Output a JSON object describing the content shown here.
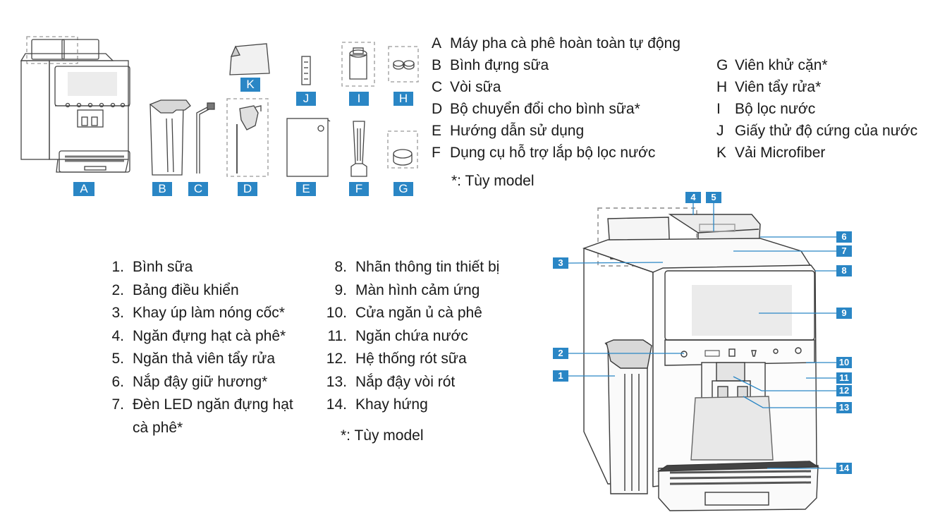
{
  "accessories": {
    "tags": {
      "A": "A",
      "B": "B",
      "C": "C",
      "D": "D",
      "E": "E",
      "F": "F",
      "G": "G",
      "H": "H",
      "I": "I",
      "J": "J",
      "K": "K"
    },
    "legend_left": [
      {
        "key": "A",
        "text": "Máy pha cà phê hoàn toàn tự động"
      },
      {
        "key": "B",
        "text": "Bình đựng sữa"
      },
      {
        "key": "C",
        "text": "Vòi sữa"
      },
      {
        "key": "D",
        "text": "Bộ chuyển đổi cho bình sữa*"
      },
      {
        "key": "E",
        "text": "Hướng dẫn sử dụng"
      },
      {
        "key": "F",
        "text": "Dụng cụ hỗ trợ lắp bộ lọc nước"
      }
    ],
    "legend_right": [
      {
        "key": "G",
        "text": "Viên khử cặn*"
      },
      {
        "key": "H",
        "text": "Viên tẩy rửa*"
      },
      {
        "key": "I",
        "text": "Bộ lọc nước"
      },
      {
        "key": "J",
        "text": "Giấy thử độ cứng của nước"
      },
      {
        "key": "K",
        "text": "Vải Microfiber"
      }
    ],
    "note": "*: Tùy model"
  },
  "parts": {
    "list_left": [
      {
        "num": "1.",
        "text": "Bình sữa"
      },
      {
        "num": "2.",
        "text": "Bảng điều khiển"
      },
      {
        "num": "3.",
        "text": "Khay úp làm nóng cốc*"
      },
      {
        "num": "4.",
        "text": "Ngăn đựng hạt cà phê*"
      },
      {
        "num": "5.",
        "text": "Ngăn thả viên tẩy rửa"
      },
      {
        "num": "6.",
        "text": "Nắp đậy giữ hương*"
      },
      {
        "num": "7.",
        "text": "Đèn LED ngăn đựng hạt",
        "cont": "cà phê*"
      }
    ],
    "list_right": [
      {
        "num": "8.",
        "text": "Nhãn thông tin thiết bị"
      },
      {
        "num": "9.",
        "text": "Màn hình cảm ứng"
      },
      {
        "num": "10.",
        "text": "Cửa ngăn ủ cà phê"
      },
      {
        "num": "11.",
        "text": "Ngăn chứa nước"
      },
      {
        "num": "12.",
        "text": "Hệ thống rót sữa"
      },
      {
        "num": "13.",
        "text": "Nắp đậy vòi rót"
      },
      {
        "num": "14.",
        "text": "Khay hứng"
      }
    ],
    "note": "*: Tùy model",
    "callouts": [
      "1",
      "2",
      "3",
      "4",
      "5",
      "6",
      "7",
      "8",
      "9",
      "10",
      "11",
      "12",
      "13",
      "14"
    ]
  },
  "colors": {
    "accent": "#2a86c5",
    "line": "#3a3a3a",
    "dashed": "#888888"
  }
}
